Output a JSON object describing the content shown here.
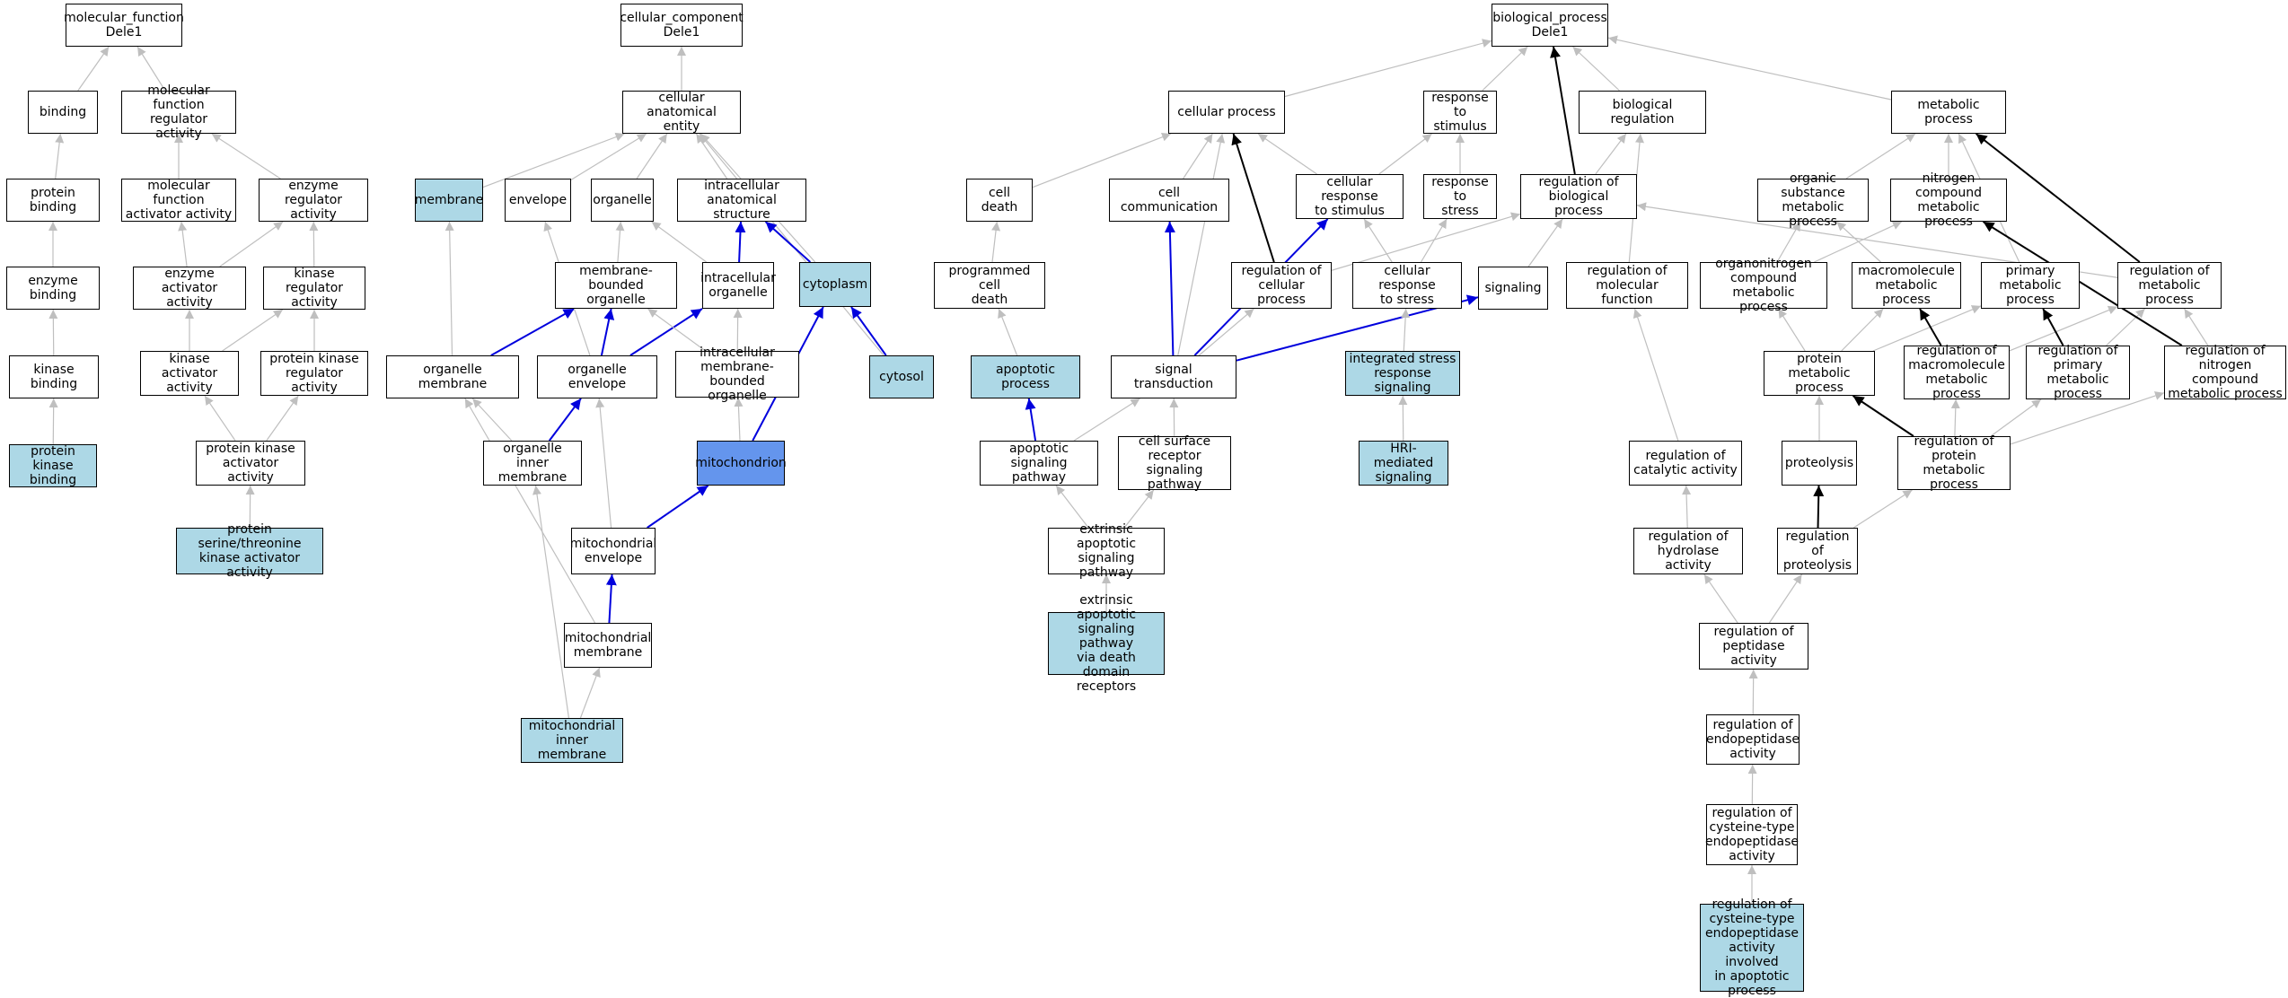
{
  "colors": {
    "default_fill": "#ffffff",
    "highlight_fill": "#add8e6",
    "focus_fill": "#6495ed",
    "edge_gray": "#bfbfbf",
    "edge_blue": "#0000dd",
    "edge_black": "#000000"
  },
  "nodes": [
    {
      "id": "mf",
      "label": "molecular_function\nDele1",
      "fill": "default"
    },
    {
      "id": "binding",
      "label": "binding",
      "fill": "default"
    },
    {
      "id": "mfra",
      "label": "molecular function\nregulator activity",
      "fill": "default"
    },
    {
      "id": "pb",
      "label": "protein binding",
      "fill": "default"
    },
    {
      "id": "mfaa",
      "label": "molecular function\nactivator activity",
      "fill": "default"
    },
    {
      "id": "era",
      "label": "enzyme regulator\nactivity",
      "fill": "default"
    },
    {
      "id": "eb",
      "label": "enzyme binding",
      "fill": "default"
    },
    {
      "id": "eaa",
      "label": "enzyme activator\nactivity",
      "fill": "default"
    },
    {
      "id": "kra",
      "label": "kinase regulator\nactivity",
      "fill": "default"
    },
    {
      "id": "kb",
      "label": "kinase binding",
      "fill": "default"
    },
    {
      "id": "kaa",
      "label": "kinase activator\nactivity",
      "fill": "default"
    },
    {
      "id": "pkra",
      "label": "protein kinase\nregulator activity",
      "fill": "default"
    },
    {
      "id": "pkb",
      "label": "protein kinase\nbinding",
      "fill": "highlight"
    },
    {
      "id": "pkaa",
      "label": "protein kinase\nactivator activity",
      "fill": "default"
    },
    {
      "id": "pstkaa",
      "label": "protein serine/threonine\nkinase activator\nactivity",
      "fill": "highlight"
    },
    {
      "id": "cc",
      "label": "cellular_component\nDele1",
      "fill": "default"
    },
    {
      "id": "cae",
      "label": "cellular anatomical\nentity",
      "fill": "default"
    },
    {
      "id": "membrane",
      "label": "membrane",
      "fill": "highlight"
    },
    {
      "id": "envelope",
      "label": "envelope",
      "fill": "default"
    },
    {
      "id": "organelle",
      "label": "organelle",
      "fill": "default"
    },
    {
      "id": "ias",
      "label": "intracellular\nanatomical structure",
      "fill": "default"
    },
    {
      "id": "mbo",
      "label": "membrane-bounded\norganelle",
      "fill": "default"
    },
    {
      "id": "io",
      "label": "intracellular\norganelle",
      "fill": "default"
    },
    {
      "id": "cytoplasm",
      "label": "cytoplasm",
      "fill": "highlight"
    },
    {
      "id": "om",
      "label": "organelle membrane",
      "fill": "default"
    },
    {
      "id": "oe",
      "label": "organelle envelope",
      "fill": "default"
    },
    {
      "id": "imbo",
      "label": "intracellular\nmembrane-bounded\norganelle",
      "fill": "default"
    },
    {
      "id": "cytosol",
      "label": "cytosol",
      "fill": "highlight"
    },
    {
      "id": "oim",
      "label": "organelle inner\nmembrane",
      "fill": "default"
    },
    {
      "id": "mito",
      "label": "mitochondrion",
      "fill": "focus"
    },
    {
      "id": "me",
      "label": "mitochondrial\nenvelope",
      "fill": "default"
    },
    {
      "id": "mm",
      "label": "mitochondrial\nmembrane",
      "fill": "default"
    },
    {
      "id": "mim",
      "label": "mitochondrial\ninner membrane",
      "fill": "highlight"
    },
    {
      "id": "bp",
      "label": "biological_process\nDele1",
      "fill": "default"
    },
    {
      "id": "cp",
      "label": "cellular process",
      "fill": "default"
    },
    {
      "id": "rts",
      "label": "response to\nstimulus",
      "fill": "default"
    },
    {
      "id": "breg",
      "label": "biological regulation",
      "fill": "default"
    },
    {
      "id": "metp",
      "label": "metabolic process",
      "fill": "default"
    },
    {
      "id": "cdeath",
      "label": "cell death",
      "fill": "default"
    },
    {
      "id": "ccomm",
      "label": "cell communication",
      "fill": "default"
    },
    {
      "id": "crts",
      "label": "cellular response\nto stimulus",
      "fill": "default"
    },
    {
      "id": "rtstress",
      "label": "response to\nstress",
      "fill": "default"
    },
    {
      "id": "rbp",
      "label": "regulation of\nbiological process",
      "fill": "default"
    },
    {
      "id": "osmp",
      "label": "organic substance\nmetabolic process",
      "fill": "default"
    },
    {
      "id": "ncmp",
      "label": "nitrogen compound\nmetabolic process",
      "fill": "default"
    },
    {
      "id": "pcd",
      "label": "programmed cell\ndeath",
      "fill": "default"
    },
    {
      "id": "rcp",
      "label": "regulation of\ncellular process",
      "fill": "default"
    },
    {
      "id": "crtstress",
      "label": "cellular response\nto stress",
      "fill": "default"
    },
    {
      "id": "signaling",
      "label": "signaling",
      "fill": "default"
    },
    {
      "id": "rmf",
      "label": "regulation of\nmolecular function",
      "fill": "default"
    },
    {
      "id": "oncmp",
      "label": "organonitrogen\ncompound metabolic\nprocess",
      "fill": "default"
    },
    {
      "id": "mmp",
      "label": "macromolecule\nmetabolic process",
      "fill": "default"
    },
    {
      "id": "pmp",
      "label": "primary metabolic\nprocess",
      "fill": "default"
    },
    {
      "id": "rmp",
      "label": "regulation of\nmetabolic process",
      "fill": "default"
    },
    {
      "id": "ap",
      "label": "apoptotic process",
      "fill": "highlight"
    },
    {
      "id": "st",
      "label": "signal transduction",
      "fill": "default"
    },
    {
      "id": "isrs",
      "label": "integrated stress\nresponse signaling",
      "fill": "highlight"
    },
    {
      "id": "protmp",
      "label": "protein metabolic\nprocess",
      "fill": "default"
    },
    {
      "id": "rmacmp",
      "label": "regulation of\nmacromolecule\nmetabolic process",
      "fill": "default"
    },
    {
      "id": "rpmp",
      "label": "regulation of\nprimary metabolic\nprocess",
      "fill": "default"
    },
    {
      "id": "rncmp",
      "label": "regulation of\nnitrogen compound\nmetabolic process",
      "fill": "default"
    },
    {
      "id": "asp",
      "label": "apoptotic signaling\npathway",
      "fill": "default"
    },
    {
      "id": "csrsp",
      "label": "cell surface\nreceptor signaling\npathway",
      "fill": "default"
    },
    {
      "id": "hri",
      "label": "HRI-mediated\nsignaling",
      "fill": "highlight"
    },
    {
      "id": "rca",
      "label": "regulation of\ncatalytic activity",
      "fill": "default"
    },
    {
      "id": "proteolysis",
      "label": "proteolysis",
      "fill": "default"
    },
    {
      "id": "rprotmp",
      "label": "regulation of\nprotein metabolic\nprocess",
      "fill": "default"
    },
    {
      "id": "easp",
      "label": "extrinsic apoptotic\nsignaling pathway",
      "fill": "default"
    },
    {
      "id": "rha",
      "label": "regulation of\nhydrolase activity",
      "fill": "default"
    },
    {
      "id": "rprot",
      "label": "regulation of\nproteolysis",
      "fill": "default"
    },
    {
      "id": "easpdd",
      "label": "extrinsic apoptotic\nsignaling pathway\nvia death domain\nreceptors",
      "fill": "highlight"
    },
    {
      "id": "rpa",
      "label": "regulation of\npeptidase activity",
      "fill": "default"
    },
    {
      "id": "repa",
      "label": "regulation of\nendopeptidase\nactivity",
      "fill": "default"
    },
    {
      "id": "rctepa",
      "label": "regulation of\ncysteine-type\nendopeptidase\nactivity",
      "fill": "default"
    },
    {
      "id": "rctepaap",
      "label": "regulation of\ncysteine-type\nendopeptidase\nactivity involved\nin apoptotic\nprocess",
      "fill": "highlight"
    }
  ],
  "edges": [
    {
      "from": "binding",
      "to": "mf",
      "kind": "gray"
    },
    {
      "from": "mfra",
      "to": "mf",
      "kind": "gray"
    },
    {
      "from": "pb",
      "to": "binding",
      "kind": "gray"
    },
    {
      "from": "mfaa",
      "to": "mfra",
      "kind": "gray"
    },
    {
      "from": "era",
      "to": "mfra",
      "kind": "gray"
    },
    {
      "from": "eb",
      "to": "pb",
      "kind": "gray"
    },
    {
      "from": "eaa",
      "to": "mfaa",
      "kind": "gray"
    },
    {
      "from": "eaa",
      "to": "era",
      "kind": "gray"
    },
    {
      "from": "kra",
      "to": "era",
      "kind": "gray"
    },
    {
      "from": "kb",
      "to": "eb",
      "kind": "gray"
    },
    {
      "from": "kaa",
      "to": "eaa",
      "kind": "gray"
    },
    {
      "from": "kaa",
      "to": "kra",
      "kind": "gray"
    },
    {
      "from": "pkra",
      "to": "kra",
      "kind": "gray"
    },
    {
      "from": "pkb",
      "to": "kb",
      "kind": "gray"
    },
    {
      "from": "pkaa",
      "to": "kaa",
      "kind": "gray"
    },
    {
      "from": "pkaa",
      "to": "pkra",
      "kind": "gray"
    },
    {
      "from": "pstkaa",
      "to": "pkaa",
      "kind": "gray"
    },
    {
      "from": "cae",
      "to": "cc",
      "kind": "gray"
    },
    {
      "from": "membrane",
      "to": "cae",
      "kind": "gray"
    },
    {
      "from": "envelope",
      "to": "cae",
      "kind": "gray"
    },
    {
      "from": "organelle",
      "to": "cae",
      "kind": "gray"
    },
    {
      "from": "ias",
      "to": "cae",
      "kind": "gray"
    },
    {
      "from": "cytoplasm",
      "to": "cae",
      "kind": "gray"
    },
    {
      "from": "cytosol",
      "to": "cae",
      "kind": "gray"
    },
    {
      "from": "mbo",
      "to": "organelle",
      "kind": "gray"
    },
    {
      "from": "io",
      "to": "organelle",
      "kind": "gray"
    },
    {
      "from": "io",
      "to": "ias",
      "kind": "blue"
    },
    {
      "from": "cytoplasm",
      "to": "ias",
      "kind": "blue"
    },
    {
      "from": "cytosol",
      "to": "cytoplasm",
      "kind": "blue"
    },
    {
      "from": "om",
      "to": "membrane",
      "kind": "gray"
    },
    {
      "from": "om",
      "to": "mbo",
      "kind": "blue"
    },
    {
      "from": "oe",
      "to": "envelope",
      "kind": "gray"
    },
    {
      "from": "oe",
      "to": "mbo",
      "kind": "blue"
    },
    {
      "from": "oe",
      "to": "io",
      "kind": "blue"
    },
    {
      "from": "imbo",
      "to": "mbo",
      "kind": "gray"
    },
    {
      "from": "imbo",
      "to": "io",
      "kind": "gray"
    },
    {
      "from": "oim",
      "to": "om",
      "kind": "gray"
    },
    {
      "from": "oim",
      "to": "oe",
      "kind": "blue"
    },
    {
      "from": "mito",
      "to": "imbo",
      "kind": "gray"
    },
    {
      "from": "mito",
      "to": "cytoplasm",
      "kind": "blue"
    },
    {
      "from": "me",
      "to": "oe",
      "kind": "gray"
    },
    {
      "from": "me",
      "to": "mito",
      "kind": "blue"
    },
    {
      "from": "mm",
      "to": "om",
      "kind": "gray"
    },
    {
      "from": "mm",
      "to": "me",
      "kind": "blue"
    },
    {
      "from": "mim",
      "to": "mm",
      "kind": "gray"
    },
    {
      "from": "mim",
      "to": "oim",
      "kind": "gray"
    },
    {
      "from": "cp",
      "to": "bp",
      "kind": "gray"
    },
    {
      "from": "rts",
      "to": "bp",
      "kind": "gray"
    },
    {
      "from": "breg",
      "to": "bp",
      "kind": "gray"
    },
    {
      "from": "metp",
      "to": "bp",
      "kind": "gray"
    },
    {
      "from": "rbp",
      "to": "bp",
      "kind": "black"
    },
    {
      "from": "cdeath",
      "to": "cp",
      "kind": "gray"
    },
    {
      "from": "ccomm",
      "to": "cp",
      "kind": "gray"
    },
    {
      "from": "crts",
      "to": "cp",
      "kind": "gray"
    },
    {
      "from": "crts",
      "to": "rts",
      "kind": "gray"
    },
    {
      "from": "rtstress",
      "to": "rts",
      "kind": "gray"
    },
    {
      "from": "rbp",
      "to": "breg",
      "kind": "gray"
    },
    {
      "from": "osmp",
      "to": "metp",
      "kind": "gray"
    },
    {
      "from": "ncmp",
      "to": "metp",
      "kind": "gray"
    },
    {
      "from": "pmp",
      "to": "metp",
      "kind": "gray"
    },
    {
      "from": "rmp",
      "to": "metp",
      "kind": "black"
    },
    {
      "from": "pcd",
      "to": "cdeath",
      "kind": "gray"
    },
    {
      "from": "rcp",
      "to": "cp",
      "kind": "black"
    },
    {
      "from": "rcp",
      "to": "rbp",
      "kind": "gray"
    },
    {
      "from": "crtstress",
      "to": "crts",
      "kind": "gray"
    },
    {
      "from": "crtstress",
      "to": "rtstress",
      "kind": "gray"
    },
    {
      "from": "signaling",
      "to": "rbp",
      "kind": "gray"
    },
    {
      "from": "rmf",
      "to": "breg",
      "kind": "gray"
    },
    {
      "from": "oncmp",
      "to": "osmp",
      "kind": "gray"
    },
    {
      "from": "oncmp",
      "to": "ncmp",
      "kind": "gray"
    },
    {
      "from": "mmp",
      "to": "osmp",
      "kind": "gray"
    },
    {
      "from": "rmp",
      "to": "rbp",
      "kind": "gray"
    },
    {
      "from": "ap",
      "to": "pcd",
      "kind": "gray"
    },
    {
      "from": "st",
      "to": "cp",
      "kind": "gray"
    },
    {
      "from": "st",
      "to": "ccomm",
      "kind": "blue"
    },
    {
      "from": "st",
      "to": "crts",
      "kind": "blue"
    },
    {
      "from": "st",
      "to": "rcp",
      "kind": "gray"
    },
    {
      "from": "st",
      "to": "signaling",
      "kind": "blue"
    },
    {
      "from": "isrs",
      "to": "crtstress",
      "kind": "gray"
    },
    {
      "from": "protmp",
      "to": "oncmp",
      "kind": "gray"
    },
    {
      "from": "protmp",
      "to": "mmp",
      "kind": "gray"
    },
    {
      "from": "protmp",
      "to": "pmp",
      "kind": "gray"
    },
    {
      "from": "rmacmp",
      "to": "mmp",
      "kind": "black"
    },
    {
      "from": "rmacmp",
      "to": "rmp",
      "kind": "gray"
    },
    {
      "from": "rpmp",
      "to": "pmp",
      "kind": "black"
    },
    {
      "from": "rpmp",
      "to": "rmp",
      "kind": "gray"
    },
    {
      "from": "rncmp",
      "to": "ncmp",
      "kind": "black"
    },
    {
      "from": "rncmp",
      "to": "rmp",
      "kind": "gray"
    },
    {
      "from": "asp",
      "to": "ap",
      "kind": "blue"
    },
    {
      "from": "asp",
      "to": "st",
      "kind": "gray"
    },
    {
      "from": "csrsp",
      "to": "st",
      "kind": "gray"
    },
    {
      "from": "hri",
      "to": "isrs",
      "kind": "gray"
    },
    {
      "from": "rca",
      "to": "rmf",
      "kind": "gray"
    },
    {
      "from": "proteolysis",
      "to": "protmp",
      "kind": "gray"
    },
    {
      "from": "rprotmp",
      "to": "protmp",
      "kind": "black"
    },
    {
      "from": "rprotmp",
      "to": "rmacmp",
      "kind": "gray"
    },
    {
      "from": "rprotmp",
      "to": "rpmp",
      "kind": "gray"
    },
    {
      "from": "rprotmp",
      "to": "rncmp",
      "kind": "gray"
    },
    {
      "from": "easp",
      "to": "asp",
      "kind": "gray"
    },
    {
      "from": "easp",
      "to": "csrsp",
      "kind": "gray"
    },
    {
      "from": "rha",
      "to": "rca",
      "kind": "gray"
    },
    {
      "from": "rprot",
      "to": "proteolysis",
      "kind": "black"
    },
    {
      "from": "rprot",
      "to": "rprotmp",
      "kind": "gray"
    },
    {
      "from": "easpdd",
      "to": "easp",
      "kind": "gray"
    },
    {
      "from": "rpa",
      "to": "rha",
      "kind": "gray"
    },
    {
      "from": "rpa",
      "to": "rprot",
      "kind": "gray"
    },
    {
      "from": "repa",
      "to": "rpa",
      "kind": "gray"
    },
    {
      "from": "rctepa",
      "to": "repa",
      "kind": "gray"
    },
    {
      "from": "rctepaap",
      "to": "rctepa",
      "kind": "gray"
    }
  ]
}
